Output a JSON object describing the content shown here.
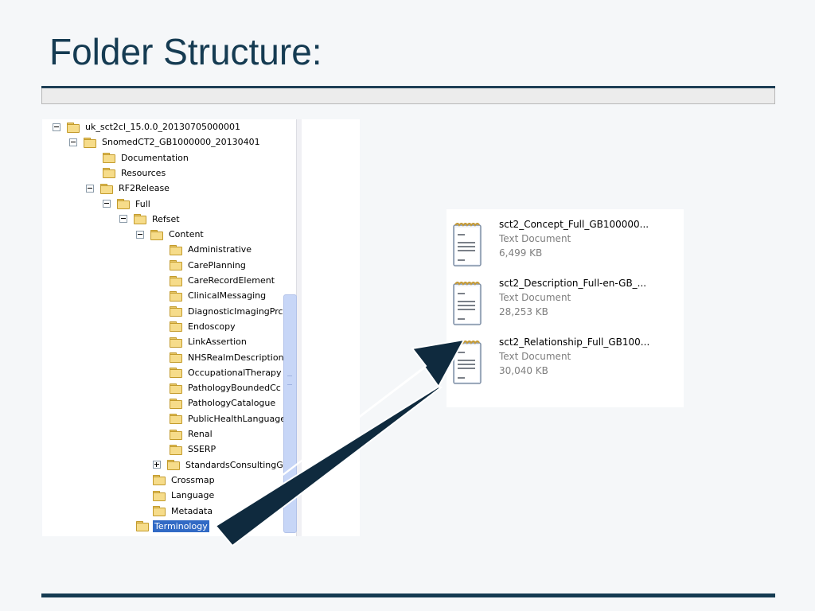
{
  "slide": {
    "title": "Folder Structure:"
  },
  "tree": {
    "items": [
      {
        "label": "uk_sct2cl_15.0.0_20130705000001",
        "expander": "minus",
        "depth": 0
      },
      {
        "label": "SnomedCT2_GB1000000_20130401",
        "expander": "minus",
        "depth": 1
      },
      {
        "label": "Documentation",
        "expander": "none",
        "depth": 2
      },
      {
        "label": "Resources",
        "expander": "none",
        "depth": 2
      },
      {
        "label": "RF2Release",
        "expander": "minus",
        "depth": 2
      },
      {
        "label": "Full",
        "expander": "minus",
        "depth": 3
      },
      {
        "label": "Refset",
        "expander": "minus",
        "depth": 4
      },
      {
        "label": "Content",
        "expander": "minus",
        "depth": 5
      },
      {
        "label": "Administrative",
        "expander": "none",
        "depth": 6
      },
      {
        "label": "CarePlanning",
        "expander": "none",
        "depth": 6
      },
      {
        "label": "CareRecordElement",
        "expander": "none",
        "depth": 6
      },
      {
        "label": "ClinicalMessaging",
        "expander": "none",
        "depth": 6
      },
      {
        "label": "DiagnosticImagingPrc",
        "expander": "none",
        "depth": 6
      },
      {
        "label": "Endoscopy",
        "expander": "none",
        "depth": 6
      },
      {
        "label": "LinkAssertion",
        "expander": "none",
        "depth": 6
      },
      {
        "label": "NHSRealmDescription",
        "expander": "none",
        "depth": 6
      },
      {
        "label": "OccupationalTherapy",
        "expander": "none",
        "depth": 6
      },
      {
        "label": "PathologyBoundedCc",
        "expander": "none",
        "depth": 6
      },
      {
        "label": "PathologyCatalogue",
        "expander": "none",
        "depth": 6
      },
      {
        "label": "PublicHealthLanguage",
        "expander": "none",
        "depth": 6
      },
      {
        "label": "Renal",
        "expander": "none",
        "depth": 6
      },
      {
        "label": "SSERP",
        "expander": "none",
        "depth": 6
      },
      {
        "label": "StandardsConsultingG",
        "expander": "plus",
        "depth": 6
      },
      {
        "label": "Crossmap",
        "expander": "none",
        "depth": 5
      },
      {
        "label": "Language",
        "expander": "none",
        "depth": 5
      },
      {
        "label": "Metadata",
        "expander": "none",
        "depth": 5
      },
      {
        "label": "Terminology",
        "expander": "none",
        "depth": 4,
        "selected": true
      }
    ]
  },
  "files": [
    {
      "name": "sct2_Concept_Full_GB100000...",
      "type": "Text Document",
      "size": "6,499 KB"
    },
    {
      "name": "sct2_Description_Full-en-GB_...",
      "type": "Text Document",
      "size": "28,253 KB"
    },
    {
      "name": "sct2_Relationship_Full_GB100...",
      "type": "Text Document",
      "size": "30,040 KB"
    }
  ],
  "colors": {
    "title": "#153b52",
    "rule": "#1d3e55",
    "arrow_fill": "#0f2a3e",
    "selection": "#316ac5",
    "folder": "#f6dc8a"
  },
  "icons": {
    "folder": "folder-icon",
    "document": "text-document-icon",
    "expander": "tree-expander-icon"
  }
}
